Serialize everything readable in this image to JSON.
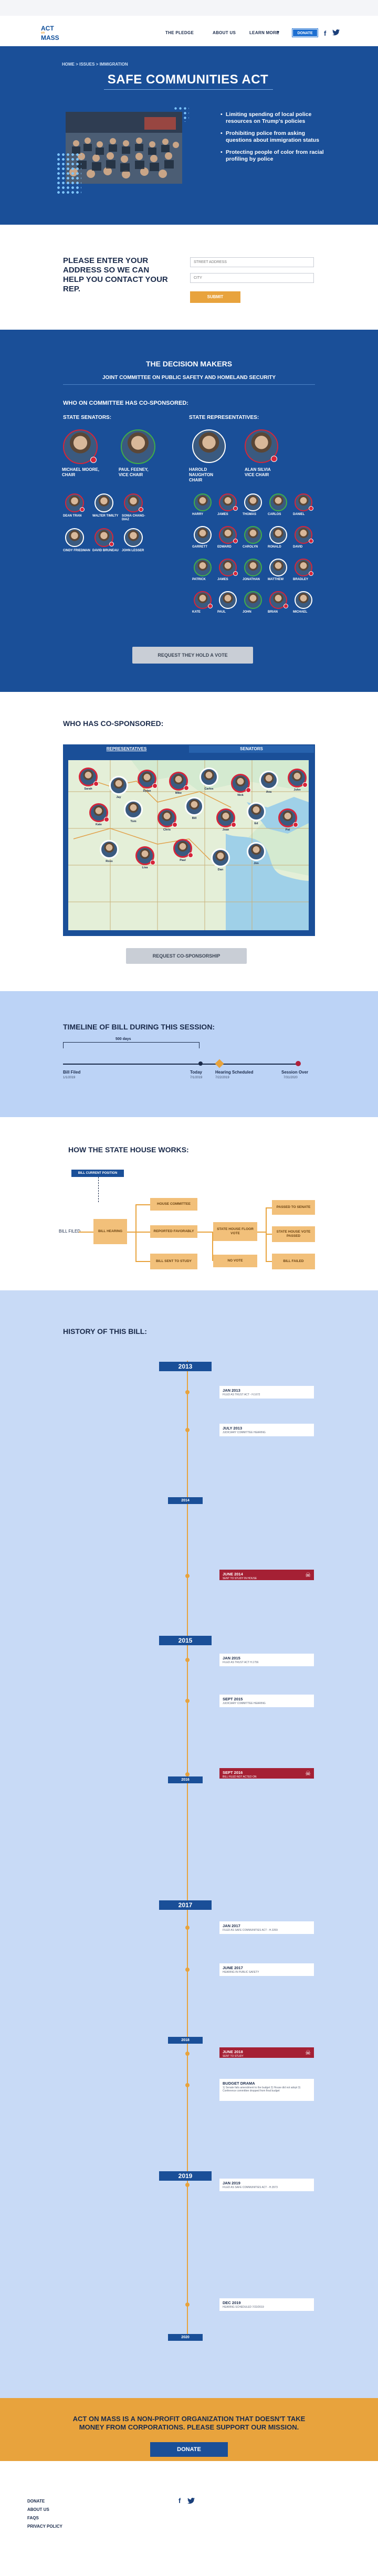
{
  "header": {
    "logo_act": "ACT",
    "logo_on": "on",
    "logo_mass": "MASS",
    "nav": [
      "THE PLEDGE",
      "ABOUT US",
      "LEARN MORE"
    ],
    "donate": "DONATE",
    "social_fb": "f",
    "social_tw": "🐦"
  },
  "hero": {
    "breadcrumb": "HOME > ISSUES > IMMIGRATION",
    "title": "SAFE COMMUNITIES ACT",
    "bullets": [
      "Limiting spending of local police resources on Trump's policies",
      "Prohibiting police from asking questions about immigration status",
      "Protecting people of color from racial profiling by police"
    ]
  },
  "address": {
    "question": "PLEASE ENTER YOUR ADDRESS SO WE CAN HELP YOU CONTACT YOUR REP.",
    "street_placeholder": "STREET ADDRESS",
    "city_placeholder": "CITY",
    "submit": "SUBMIT"
  },
  "decision": {
    "title": "THE DECISION MAKERS",
    "committee": "JOINT COMMITTEE ON PUBLIC SAFETY AND HOMELAND SECURITY",
    "who_label": "WHO ON COMMITTEE HAS CO-SPONSORED:",
    "senators_label": "STATE SENATORS:",
    "reps_label": "STATE REPRESENTATIVES:",
    "senators_main": [
      {
        "name": "MICHAEL MOORE,",
        "role": "CHAIR"
      },
      {
        "name": "PAUL FEENEY,",
        "role": "VICE CHAIR"
      }
    ],
    "reps_main": [
      {
        "name": "HAROLD NAUGHTON",
        "role": "CHAIR"
      },
      {
        "name": "ALAN SILVIA",
        "role": "VICE CHAIR"
      }
    ],
    "senators_small": [
      "DEAN TRAN",
      "WALTER TIMILTY",
      "SONIA CHANG-DIAZ",
      "CINDY FRIEDMAN",
      "DAVID BRUNEAU",
      "JOHN LESSER"
    ],
    "reps_small": [
      "HARRY",
      "JAMES",
      "THOMAS",
      "CARLOS",
      "DANIEL",
      "GARRETT",
      "EDWARD",
      "CAROLYN",
      "RONALD",
      "DAVID",
      "PATRICK",
      "JAMES",
      "JONATHAN",
      "MATTHEW",
      "BRADLEY",
      "KATE",
      "PAUL",
      "JOHN",
      "BRIAN",
      "MICHAEL"
    ],
    "button": "REQUEST THEY HOLD A VOTE"
  },
  "cosponsor": {
    "heading": "WHO HAS CO-SPONSORED:",
    "tab_reps": "REPRESENTATIVES",
    "tab_sens": "SENATORS",
    "button": "REQUEST CO-SPONSORSHIP",
    "map_labels": [
      "Sarah",
      "Jay",
      "Dylan",
      "Mike",
      "Carlos",
      "Nick",
      "Ana",
      "John",
      "Kate",
      "Tom",
      "Chris",
      "Bill",
      "Joan",
      "Ed",
      "Pat",
      "Ross",
      "Lisa",
      "Paul",
      "Dan",
      "Jim"
    ]
  },
  "timeline": {
    "title": "TIMELINE OF BILL DURING THIS SESSION:",
    "days_label": "500 days",
    "points": [
      {
        "label": "Bill Filed",
        "date": "1/1/2019"
      },
      {
        "label": "Today",
        "date": "7/1/2019"
      },
      {
        "label": "Hearing Scheduled",
        "date": "7/22/2019"
      },
      {
        "label": "Session Over",
        "date": "7/31/2020"
      }
    ]
  },
  "house": {
    "title": "HOW THE STATE HOUSE WORKS:",
    "current": "BILL CURRENT POSITION",
    "filed": "BILL FILED",
    "boxes": {
      "hearing": "BILL HEARING",
      "house_committee": "HOUSE COMMITTEE",
      "reported": "REPORTED FAVORABLY",
      "study": "BILL SENT TO STUDY",
      "floor_vote": "STATE HOUSE FLOOR VOTE",
      "no_vote": "NO VOTE",
      "enacted": "STATE HOUSE VOTE PASSED",
      "third": "PASSED TO SENATE",
      "fail": "BILL FAILED"
    }
  },
  "history": {
    "title": "HISTORY OF THIS BILL:",
    "years": [
      "2013",
      "2014",
      "2015",
      "2016",
      "2017",
      "2018",
      "2019",
      "2020"
    ],
    "events": [
      {
        "d": "JAN 2013",
        "t": "FILED AS TRUST ACT - H.1672"
      },
      {
        "d": "JULY 2013",
        "t": "JUDICIARY COMMITTEE HEARING"
      },
      {
        "d": "JUNE 2014",
        "t": "SENT TO STUDY IN HOUSE"
      },
      {
        "d": "JAN 2015",
        "t": "FILED AS TRUST ACT H.1756"
      },
      {
        "d": "SEPT 2015",
        "t": "JUDICIARY COMMITTEE HEARING"
      },
      {
        "d": "SEPT 2016",
        "t": "BILL FILED NOT ACTED ON"
      },
      {
        "d": "JAN 2017",
        "t": "FILED AS SAFE COMMUNITIES ACT - H.3269"
      },
      {
        "d": "JUNE 2017",
        "t": "HEARING IN PUBLIC SAFETY"
      },
      {
        "d": "JUNE 2018",
        "t": "SENT TO STUDY"
      },
      {
        "d": "BUDGET DRAMA",
        "t": "1) Senate fails amendment to the budget 2) House did not adopt 3) Conference committee dropped from final budget"
      },
      {
        "d": "JAN 2019",
        "t": "FILED AS SAFE COMMUNITIES ACT - H.3573"
      },
      {
        "d": "DEC 2019",
        "t": "HEARING SCHEDULED 7/22/2019"
      }
    ]
  },
  "cta": {
    "text": "ACT ON MASS IS A NON-PROFIT ORGANIZATION THAT DOESN'T TAKE MONEY FROM CORPORATIONS. PLEASE SUPPORT OUR MISSION.",
    "button": "DONATE"
  },
  "footer": {
    "links": [
      "DONATE",
      "ABOUT US",
      "FAQS",
      "PRIVACY POLICY"
    ],
    "fb": "f",
    "tw": "🐦"
  },
  "colors": {
    "primary": "#1a4f98",
    "accent": "#e8a33d",
    "danger": "#d6253a"
  }
}
